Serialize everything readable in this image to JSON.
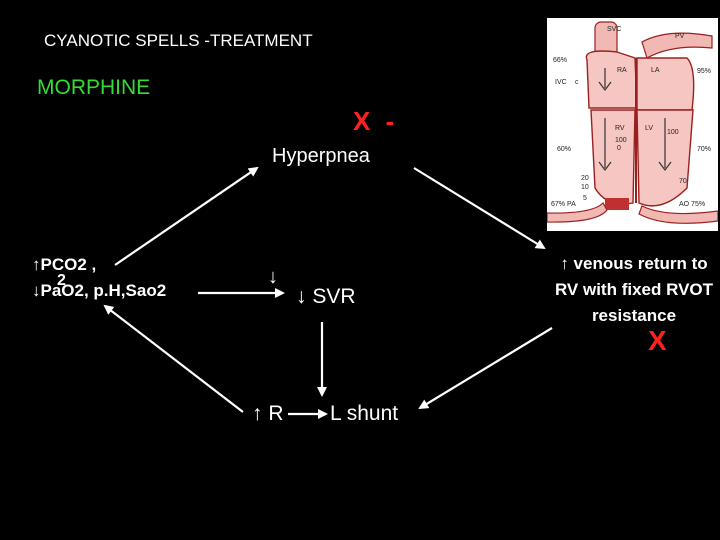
{
  "title": "CYANOTIC SPELLS  -TREATMENT",
  "morphine": "MORPHINE",
  "x_top": "X -",
  "hyperpnea": "Hyperpnea",
  "pco2": "↑PCO2 ,",
  "sub_2": "2",
  "pao2": "↓PaO2, p.H,Sao2",
  "down_arrow": "↓",
  "svr": "↓ SVR",
  "venous_return": "↑ venous return to RV with fixed RVOT resistance",
  "x_right": "X",
  "r_label": "↑ R",
  "shunt": "L shunt",
  "heart_diagram": {
    "labels": [
      "SVC",
      "PV",
      "66%",
      "RA",
      "LA",
      "95%",
      "IVC",
      "c",
      "RV",
      "LV",
      "100",
      "0",
      "100",
      "60%",
      "70%",
      "20",
      "10",
      "70",
      "67% PA",
      "AO 75%",
      "5"
    ]
  },
  "colors": {
    "background": "#000000",
    "text": "#ffffff",
    "green": "#33dd33",
    "red": "#ff2020"
  }
}
